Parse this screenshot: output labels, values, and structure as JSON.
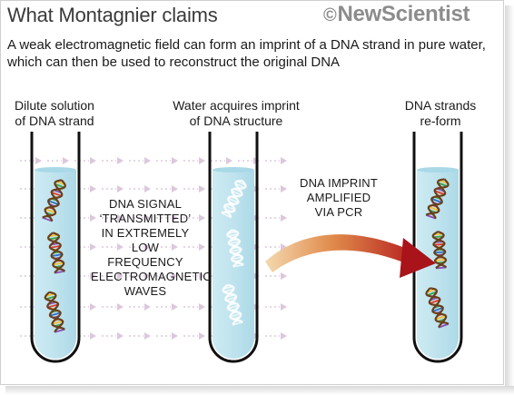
{
  "header": {
    "title": "What Montagnier claims",
    "brand_copyright": "©",
    "brand_name": "NewScientist"
  },
  "subtitle": "A weak electromagnetic field can form an imprint of a DNA strand in pure water, which can then be used to reconstruct the original DNA",
  "tubes": [
    {
      "label_line1": "Dilute solution",
      "label_line2": "of DNA strand"
    },
    {
      "label_line1": "Water acquires imprint",
      "label_line2": "of DNA structure"
    },
    {
      "label_line1": "DNA strands",
      "label_line2": "re-form"
    }
  ],
  "signal_text": [
    "DNA SIGNAL",
    "‘TRANSMITTED’",
    "IN EXTREMELY LOW",
    "FREQUENCY",
    "ELECTROMAGNETIC",
    "WAVES"
  ],
  "imprint_text": [
    "DNA IMPRINT",
    "AMPLIFIED",
    "VIA PCR"
  ],
  "colors": {
    "liquid": "#bfe3ee",
    "liquid_top": "#a9d8e7",
    "arrow": "#b51f1f",
    "wave_arrow": "#dcc8dc",
    "brand": "#8c8c8c"
  }
}
